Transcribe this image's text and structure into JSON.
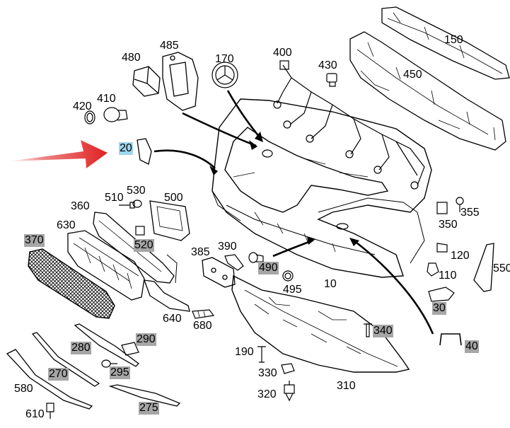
{
  "diagram": {
    "highlight_arrow_color": "#e02020",
    "callouts": {
      "n150": "150",
      "n450": "450",
      "n170": "170",
      "n400": "400",
      "n430": "430",
      "n480": "480",
      "n485": "485",
      "n420": "420",
      "n410": "410",
      "n20": "20",
      "n510": "510",
      "n530": "530",
      "n500": "500",
      "n360": "360",
      "n630": "630",
      "n370": "370",
      "n520": "520",
      "n385": "385",
      "n390": "390",
      "n490": "490",
      "n495": "495",
      "n10": "10",
      "n355": "355",
      "n350": "350",
      "n120": "120",
      "n110": "110",
      "n550": "550",
      "n30": "30",
      "n640": "640",
      "n680": "680",
      "n290": "290",
      "n280": "280",
      "n295": "295",
      "n270": "270",
      "n340": "340",
      "n190": "190",
      "n330": "330",
      "n320": "320",
      "n310": "310",
      "n40": "40",
      "n580": "580",
      "n610": "610",
      "n275": "275"
    }
  }
}
